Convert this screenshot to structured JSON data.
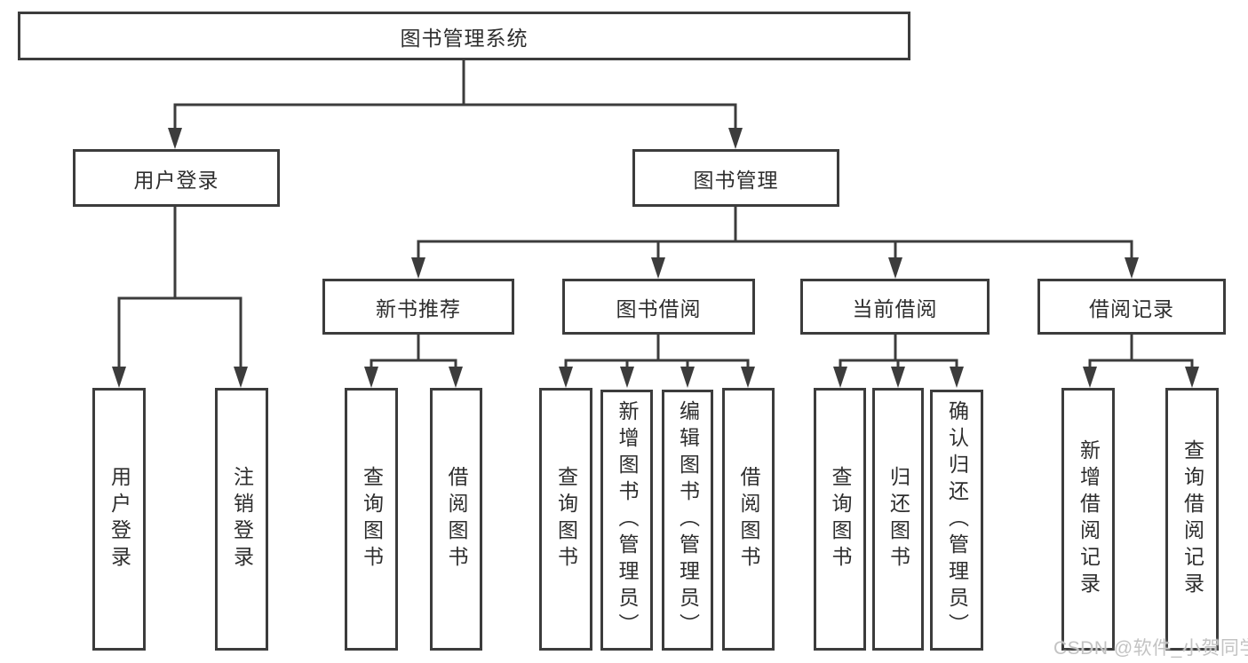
{
  "tree": {
    "root": "图书管理系统",
    "children": [
      {
        "label": "用户登录",
        "children": [
          "用户登录",
          "注销登录"
        ]
      },
      {
        "label": "图书管理",
        "children": [
          {
            "label": "新书推荐",
            "children": [
              "查询图书",
              "借阅图书"
            ]
          },
          {
            "label": "图书借阅",
            "children": [
              "查询图书",
              "新增图书（管理员）",
              "编辑图书（管理员）",
              "借阅图书"
            ]
          },
          {
            "label": "当前借阅",
            "children": [
              "查询图书",
              "归还图书",
              "确认归还（管理员）"
            ]
          },
          {
            "label": "借阅记录",
            "children": [
              "新增借阅记录",
              "查询借阅记录"
            ]
          }
        ]
      }
    ]
  },
  "watermark": {
    "text": "CSDN @软件_小贺同学",
    "color": "#c3c3c3"
  },
  "colors": {
    "line": "#3c3c3c",
    "text": "#2e2e2e",
    "background": "#ffffff"
  }
}
